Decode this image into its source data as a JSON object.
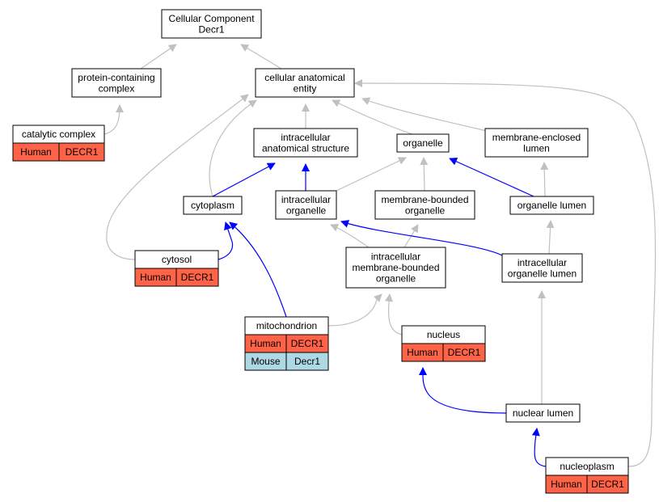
{
  "colors": {
    "is_a_edge": "#c0c0c0",
    "part_of_edge": "#0000ff",
    "human": "#ff6347",
    "mouse": "#add8e6"
  },
  "nodes": [
    {
      "id": "cc",
      "name": "cellular-component-node",
      "lines": [
        "Cellular Component",
        "Decr1"
      ],
      "annotations": []
    },
    {
      "id": "pcc",
      "name": "protein-containing-complex-node",
      "lines": [
        "protein-containing",
        "complex"
      ],
      "annotations": []
    },
    {
      "id": "cae",
      "name": "cellular-anatomical-entity-node",
      "lines": [
        "cellular anatomical",
        "entity"
      ],
      "annotations": []
    },
    {
      "id": "catc",
      "name": "catalytic-complex-node",
      "lines": [
        "catalytic complex"
      ],
      "annotations": [
        {
          "species": "Human",
          "gene": "DECR1"
        }
      ]
    },
    {
      "id": "ias",
      "name": "intracellular-anatomical-structure-node",
      "lines": [
        "intracellular",
        "anatomical structure"
      ],
      "annotations": []
    },
    {
      "id": "org",
      "name": "organelle-node",
      "lines": [
        "organelle"
      ],
      "annotations": []
    },
    {
      "id": "mel",
      "name": "membrane-enclosed-lumen-node",
      "lines": [
        "membrane-enclosed",
        "lumen"
      ],
      "annotations": []
    },
    {
      "id": "cyto",
      "name": "cytoplasm-node",
      "lines": [
        "cytoplasm"
      ],
      "annotations": []
    },
    {
      "id": "io",
      "name": "intracellular-organelle-node",
      "lines": [
        "intracellular",
        "organelle"
      ],
      "annotations": []
    },
    {
      "id": "mbo",
      "name": "membrane-bounded-organelle-node",
      "lines": [
        "membrane-bounded",
        "organelle"
      ],
      "annotations": []
    },
    {
      "id": "ol",
      "name": "organelle-lumen-node",
      "lines": [
        "organelle lumen"
      ],
      "annotations": []
    },
    {
      "id": "cytosol",
      "name": "cytosol-node",
      "lines": [
        "cytosol"
      ],
      "annotations": [
        {
          "species": "Human",
          "gene": "DECR1"
        }
      ]
    },
    {
      "id": "imbo",
      "name": "intracellular-membrane-bounded-organelle-node",
      "lines": [
        "intracellular",
        "membrane-bounded",
        "organelle"
      ],
      "annotations": []
    },
    {
      "id": "iol",
      "name": "intracellular-organelle-lumen-node",
      "lines": [
        "intracellular",
        "organelle lumen"
      ],
      "annotations": []
    },
    {
      "id": "mito",
      "name": "mitochondrion-node",
      "lines": [
        "mitochondrion"
      ],
      "annotations": [
        {
          "species": "Human",
          "gene": "DECR1"
        },
        {
          "species": "Mouse",
          "gene": "Decr1"
        }
      ]
    },
    {
      "id": "nuc",
      "name": "nucleus-node",
      "lines": [
        "nucleus"
      ],
      "annotations": [
        {
          "species": "Human",
          "gene": "DECR1"
        }
      ]
    },
    {
      "id": "nl",
      "name": "nuclear-lumen-node",
      "lines": [
        "nuclear lumen"
      ],
      "annotations": []
    },
    {
      "id": "np",
      "name": "nucleoplasm-node",
      "lines": [
        "nucleoplasm"
      ],
      "annotations": [
        {
          "species": "Human",
          "gene": "DECR1"
        }
      ]
    }
  ],
  "edges": [
    {
      "from": "pcc",
      "to": "cc",
      "type": "is_a"
    },
    {
      "from": "cae",
      "to": "cc",
      "type": "is_a"
    },
    {
      "from": "catc",
      "to": "pcc",
      "type": "is_a"
    },
    {
      "from": "ias",
      "to": "cae",
      "type": "is_a"
    },
    {
      "from": "org",
      "to": "cae",
      "type": "is_a"
    },
    {
      "from": "mel",
      "to": "cae",
      "type": "is_a"
    },
    {
      "from": "cyto",
      "to": "cae",
      "type": "is_a"
    },
    {
      "from": "cytosol",
      "to": "cae",
      "type": "is_a"
    },
    {
      "from": "np",
      "to": "cae",
      "type": "is_a"
    },
    {
      "from": "cyto",
      "to": "ias",
      "type": "part_of"
    },
    {
      "from": "io",
      "to": "ias",
      "type": "part_of"
    },
    {
      "from": "io",
      "to": "org",
      "type": "is_a"
    },
    {
      "from": "mbo",
      "to": "org",
      "type": "is_a"
    },
    {
      "from": "ol",
      "to": "org",
      "type": "part_of"
    },
    {
      "from": "ol",
      "to": "mel",
      "type": "is_a"
    },
    {
      "from": "cytosol",
      "to": "cyto",
      "type": "part_of"
    },
    {
      "from": "mito",
      "to": "cyto",
      "type": "part_of"
    },
    {
      "from": "imbo",
      "to": "io",
      "type": "is_a"
    },
    {
      "from": "imbo",
      "to": "mbo",
      "type": "is_a"
    },
    {
      "from": "iol",
      "to": "io",
      "type": "part_of"
    },
    {
      "from": "iol",
      "to": "ol",
      "type": "is_a"
    },
    {
      "from": "mito",
      "to": "imbo",
      "type": "is_a"
    },
    {
      "from": "nuc",
      "to": "imbo",
      "type": "is_a"
    },
    {
      "from": "nl",
      "to": "nuc",
      "type": "part_of"
    },
    {
      "from": "nl",
      "to": "iol",
      "type": "is_a"
    },
    {
      "from": "np",
      "to": "nl",
      "type": "part_of"
    }
  ]
}
